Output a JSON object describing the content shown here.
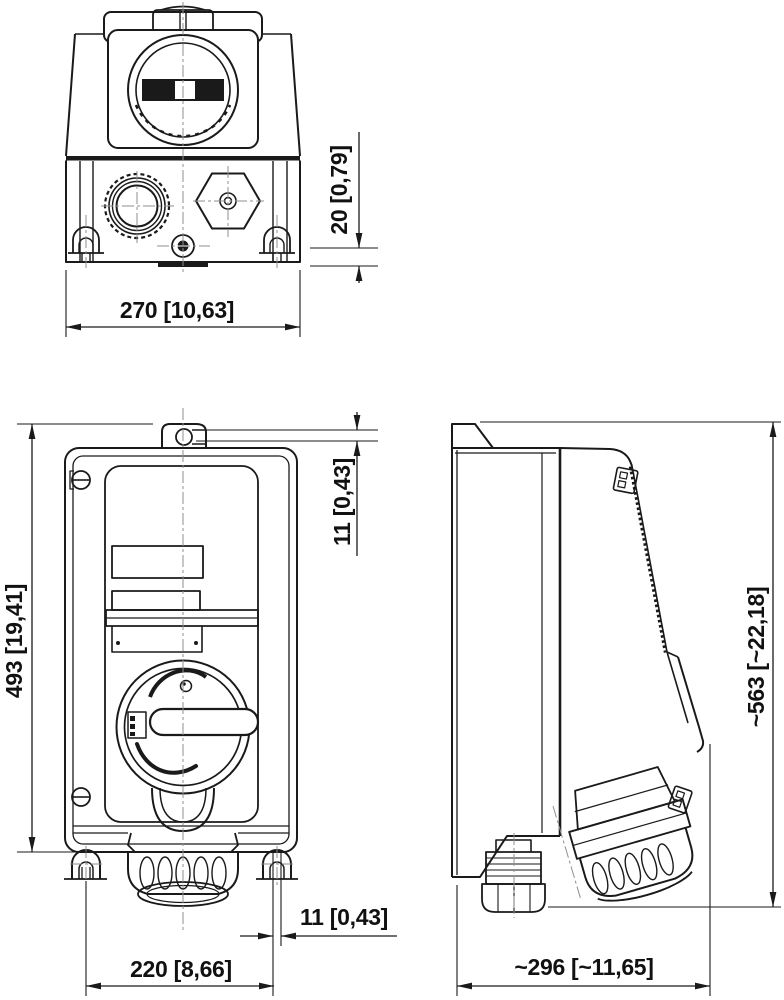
{
  "drawing": {
    "dimensions": {
      "top_depth": "20 [0,79]",
      "top_width": "270 [10,63]",
      "front_tab_offset": "11 [0,43]",
      "front_height": "493 [19,41]",
      "front_slot_width": "11 [0,43]",
      "front_fixing_centres": "220 [8,66]",
      "side_height": "~563 [~22,18]",
      "side_depth": "~296 [~11,65]"
    }
  }
}
